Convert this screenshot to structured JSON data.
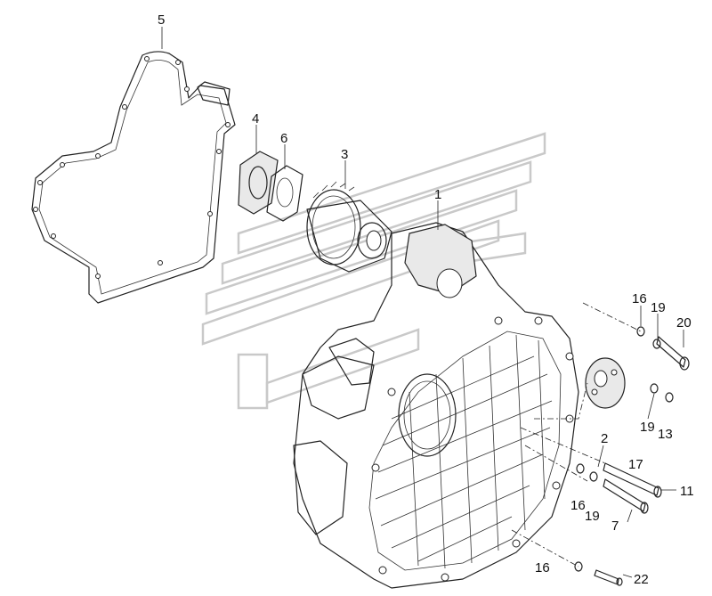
{
  "diagram": {
    "callouts": [
      {
        "id": "label-5",
        "text": "5"
      },
      {
        "id": "label-4",
        "text": "4"
      },
      {
        "id": "label-6",
        "text": "6"
      },
      {
        "id": "label-3",
        "text": "3"
      },
      {
        "id": "label-1",
        "text": "1"
      },
      {
        "id": "label-16a",
        "text": "16"
      },
      {
        "id": "label-19a",
        "text": "19"
      },
      {
        "id": "label-20",
        "text": "20"
      },
      {
        "id": "label-19b",
        "text": "19"
      },
      {
        "id": "label-13",
        "text": "13"
      },
      {
        "id": "label-2",
        "text": "2"
      },
      {
        "id": "label-17",
        "text": "17"
      },
      {
        "id": "label-11",
        "text": "11"
      },
      {
        "id": "label-16b",
        "text": "16"
      },
      {
        "id": "label-19c",
        "text": "19"
      },
      {
        "id": "label-7",
        "text": "7"
      },
      {
        "id": "label-16c",
        "text": "16"
      },
      {
        "id": "label-22",
        "text": "22"
      }
    ]
  }
}
